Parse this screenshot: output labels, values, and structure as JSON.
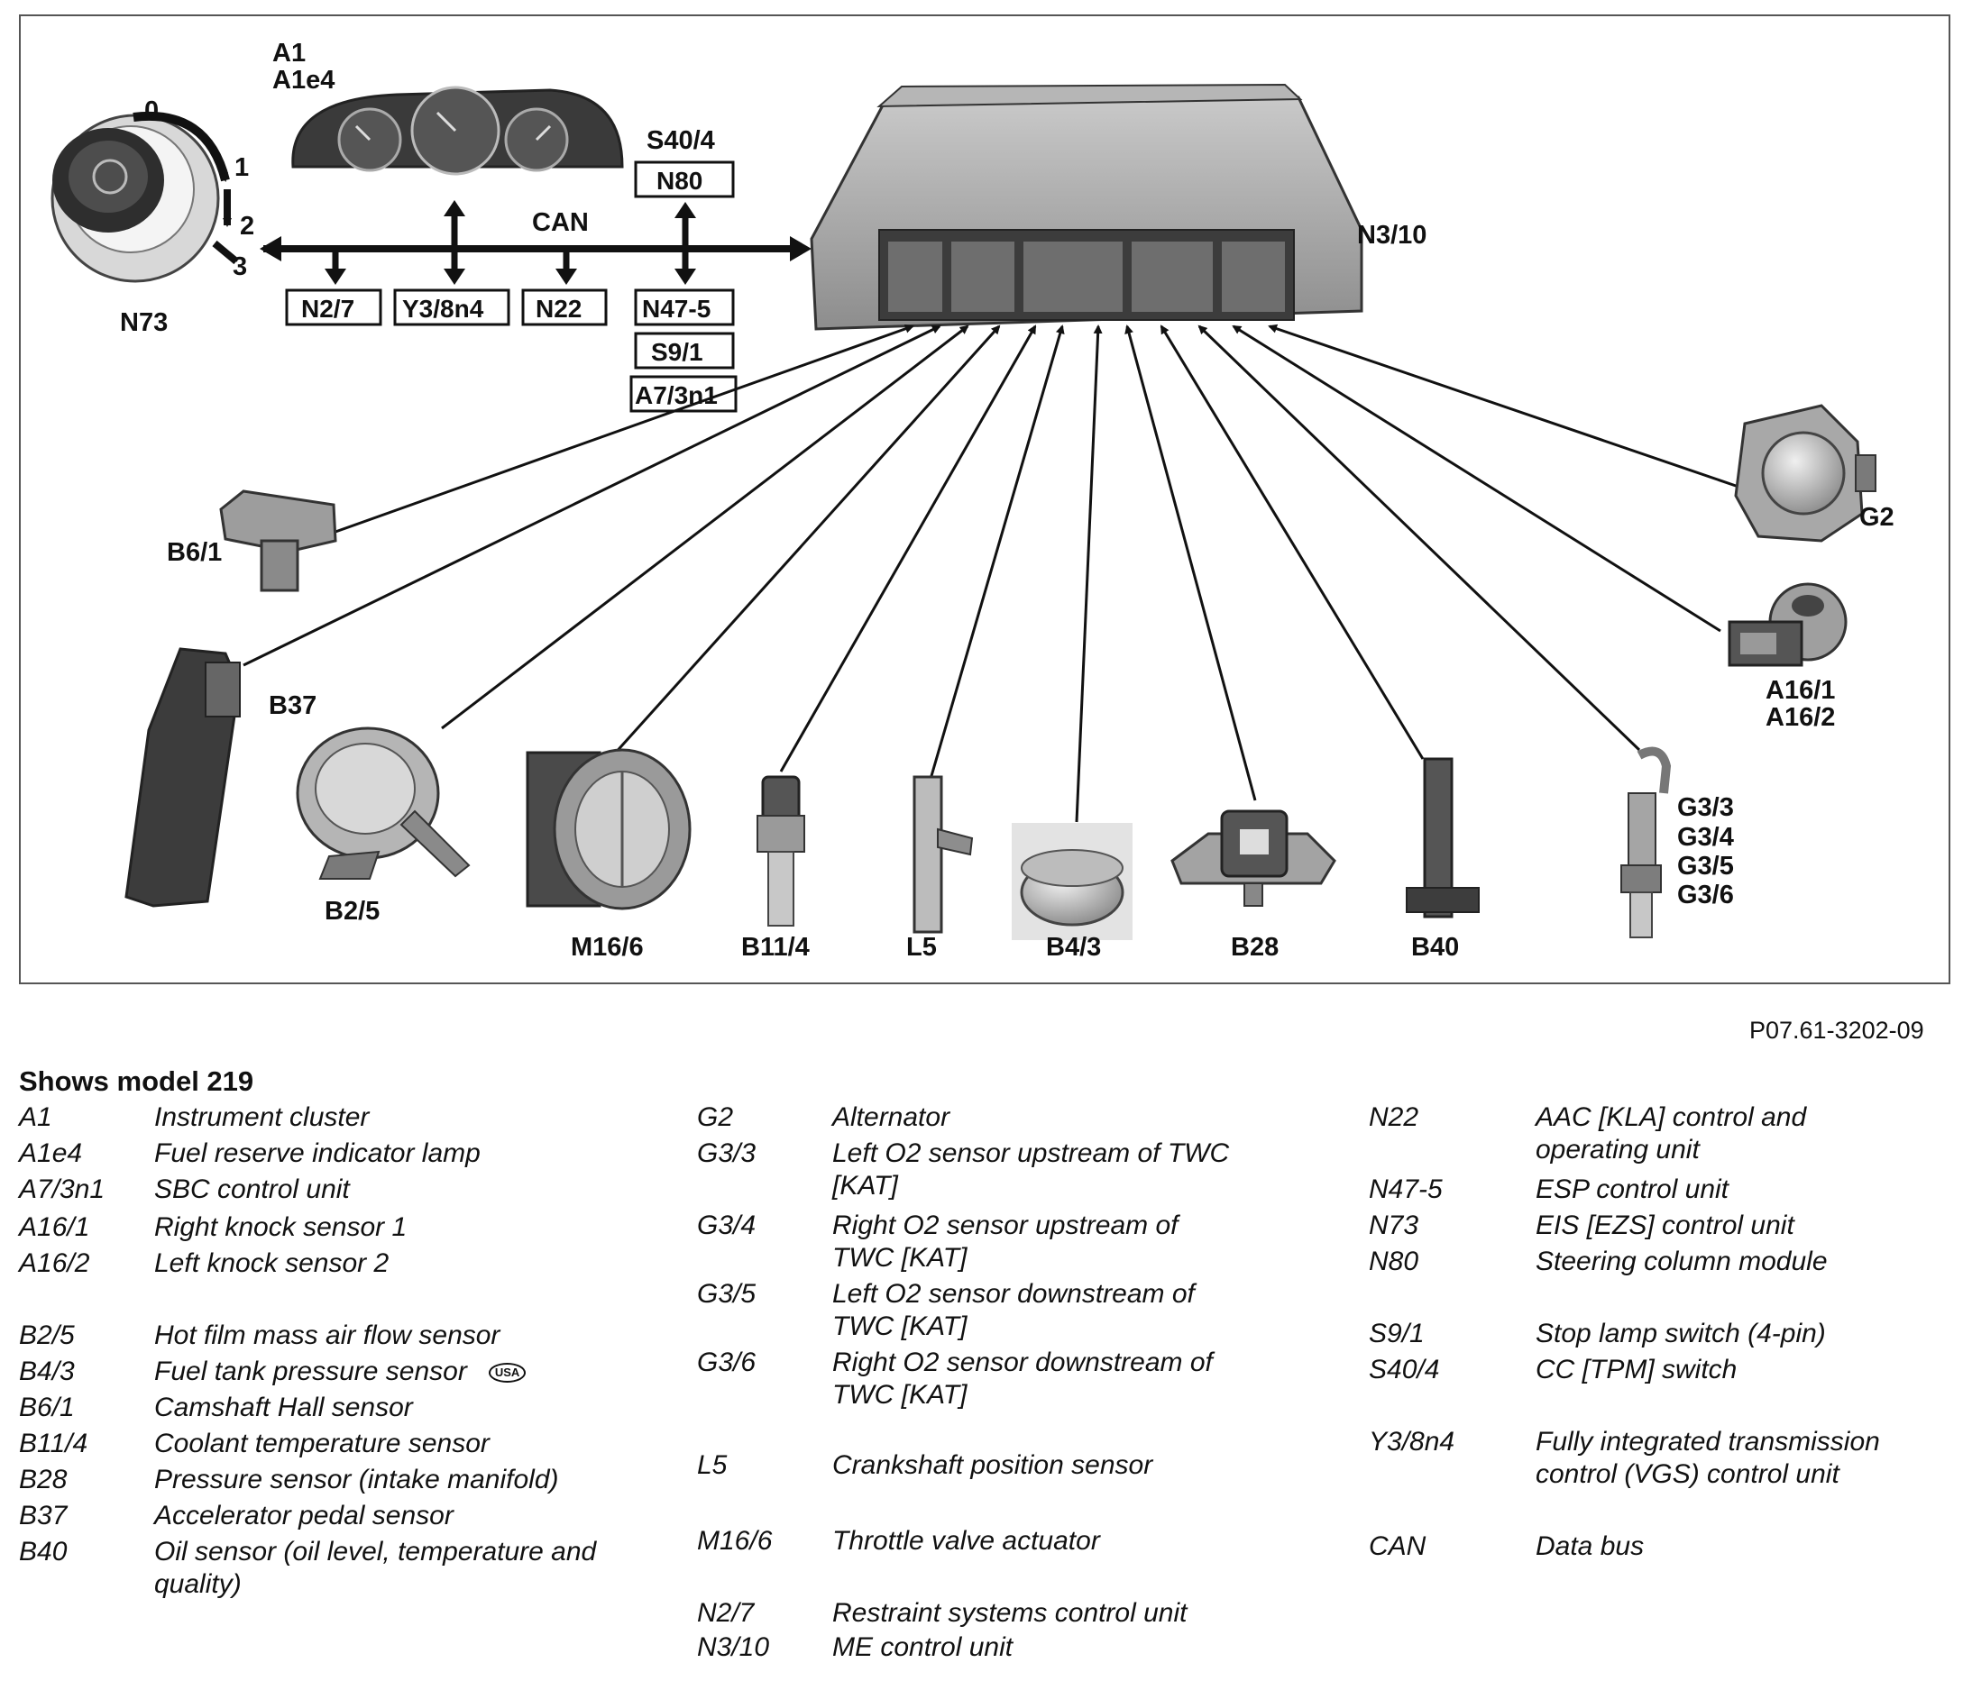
{
  "diagram": {
    "labels": {
      "a1": "A1",
      "a1e4": "A1e4",
      "n73": "N73",
      "can": "CAN",
      "s40_4": "S40/4",
      "n3_10": "N3/10",
      "pos0": "0",
      "pos1": "1",
      "pos2": "2",
      "pos3": "3",
      "b6_1": "B6/1",
      "b37": "B37",
      "b2_5": "B2/5",
      "m16_6": "M16/6",
      "b11_4": "B11/4",
      "l5": "L5",
      "b4_3": "B4/3",
      "b28": "B28",
      "b40": "B40",
      "g2": "G2",
      "a16_1": "A16/1",
      "a16_2": "A16/2",
      "g3_3": "G3/3",
      "g3_4": "G3/4",
      "g3_5": "G3/5",
      "g3_6": "G3/6"
    },
    "boxes": {
      "n2_7": "N2/7",
      "y3_8n4": "Y3/8n4",
      "n22": "N22",
      "n80": "N80",
      "n47_5": "N47-5",
      "s9_1": "S9/1",
      "a7_3n1": "A7/3n1"
    }
  },
  "figure_code": "P07.61-3202-09",
  "legend": {
    "title": "Shows model 219",
    "usa_badge": "USA",
    "columns": [
      [
        {
          "code": "A1",
          "desc": "Instrument cluster"
        },
        {
          "code": "A1e4",
          "desc": "Fuel reserve indicator lamp"
        },
        {
          "code": "A7/3n1",
          "desc": "SBC control unit"
        },
        {
          "code": "A16/1",
          "desc": "Right knock sensor 1"
        },
        {
          "code": "A16/2",
          "desc": "Left knock sensor 2"
        },
        {
          "code": "B2/5",
          "desc": "Hot film mass air flow sensor"
        },
        {
          "code": "B4/3",
          "desc": "Fuel tank pressure sensor"
        },
        {
          "code": "B6/1",
          "desc": "Camshaft Hall sensor"
        },
        {
          "code": "B11/4",
          "desc": "Coolant temperature sensor"
        },
        {
          "code": "B28",
          "desc": "Pressure sensor (intake manifold)"
        },
        {
          "code": "B37",
          "desc": "Accelerator pedal sensor"
        },
        {
          "code": "B40",
          "desc": "Oil sensor (oil level, temperature and quality)"
        }
      ],
      [
        {
          "code": "G2",
          "desc": "Alternator"
        },
        {
          "code": "G3/3",
          "desc": "Left O2 sensor upstream of TWC [KAT]"
        },
        {
          "code": "G3/4",
          "desc": "Right O2 sensor upstream of TWC [KAT]"
        },
        {
          "code": "G3/5",
          "desc": "Left O2 sensor downstream of TWC [KAT]"
        },
        {
          "code": "G3/6",
          "desc": "Right O2 sensor downstream of TWC [KAT]"
        },
        {
          "code": "L5",
          "desc": "Crankshaft position sensor"
        },
        {
          "code": "M16/6",
          "desc": "Throttle valve actuator"
        },
        {
          "code": "N2/7",
          "desc": "Restraint systems control unit"
        },
        {
          "code": "N3/10",
          "desc": "ME control unit"
        }
      ],
      [
        {
          "code": "N22",
          "desc": "AAC [KLA] control and operating unit"
        },
        {
          "code": "N47-5",
          "desc": "ESP control unit"
        },
        {
          "code": "N73",
          "desc": "EIS [EZS] control unit"
        },
        {
          "code": "N80",
          "desc": "Steering column module"
        },
        {
          "code": "S9/1",
          "desc": "Stop lamp switch (4-pin)"
        },
        {
          "code": "S40/4",
          "desc": "CC [TPM] switch"
        },
        {
          "code": "Y3/8n4",
          "desc": "Fully integrated transmission control (VGS) control unit"
        },
        {
          "code": "CAN",
          "desc": "Data bus"
        }
      ]
    ]
  }
}
